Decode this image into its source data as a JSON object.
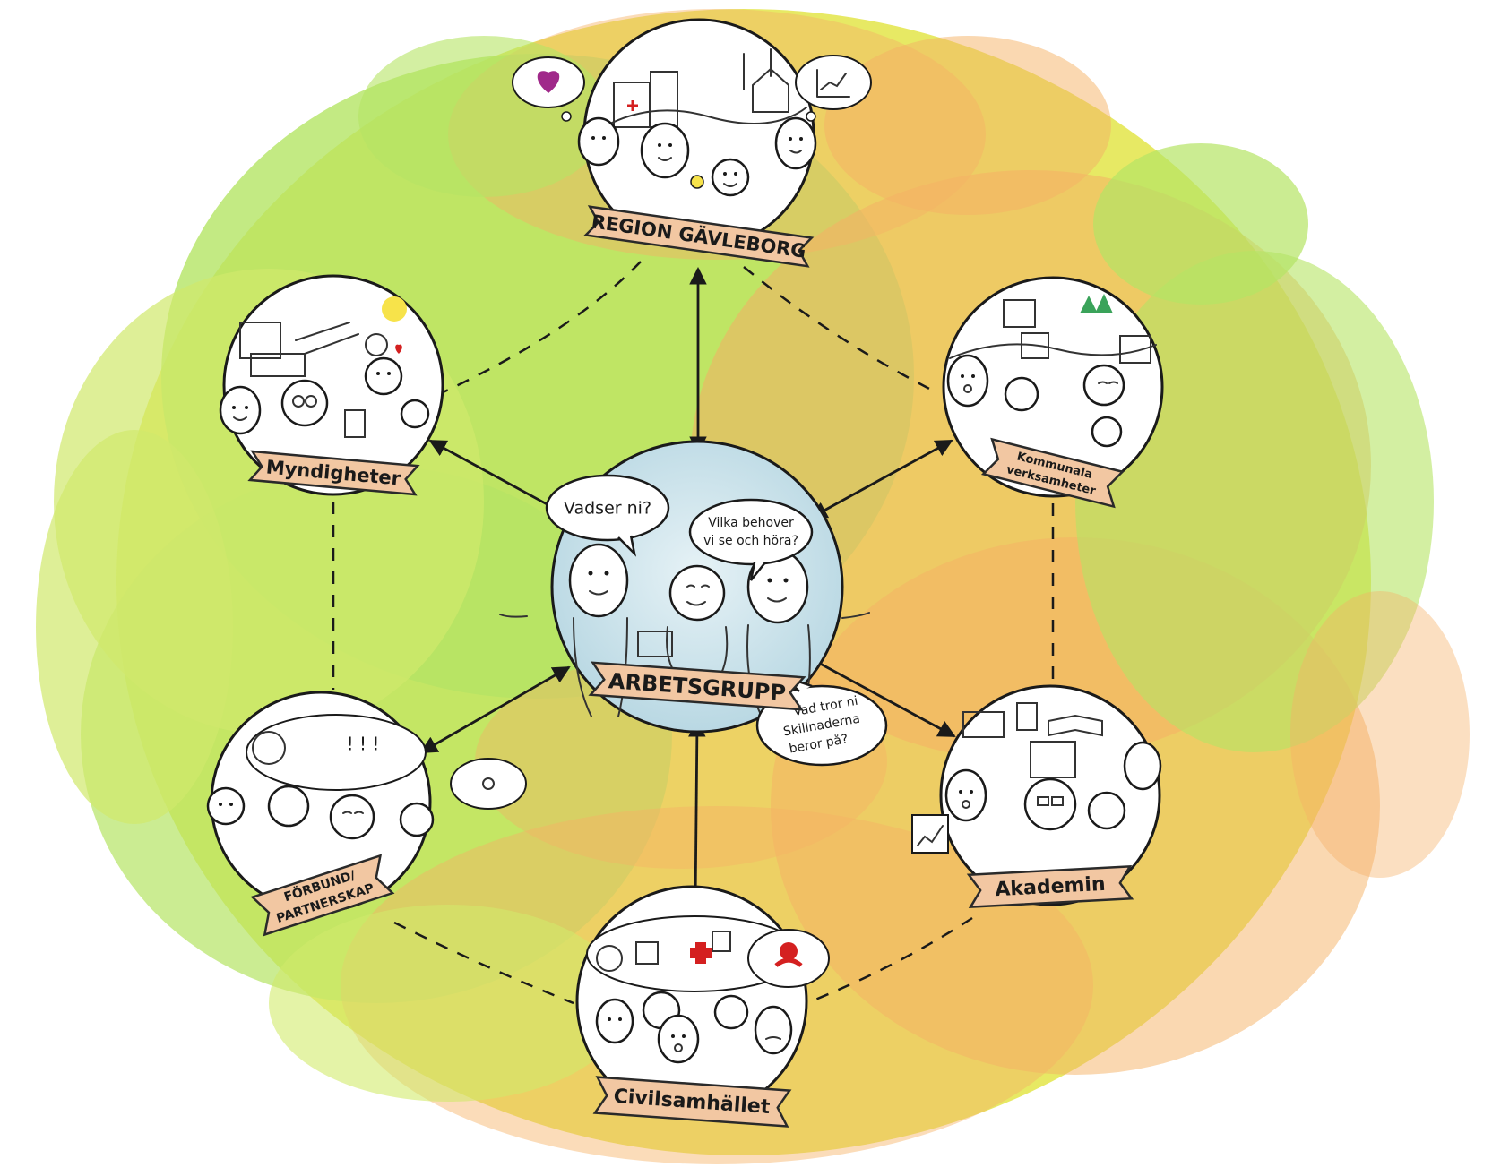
{
  "diagram": {
    "center": {
      "label": "ARBETSGRUPP",
      "bubbles": [
        "Vadser ni?",
        "Vilka behover",
        "vi se och höra?",
        "Vad tror ni",
        "Skillnaderna",
        "beror på?"
      ]
    },
    "nodes": [
      {
        "id": "region",
        "label": "REGION GÄVLEBORG"
      },
      {
        "id": "myndigheter",
        "label": "Myndigheter"
      },
      {
        "id": "kommunala",
        "label_line1": "Kommunala",
        "label_line2": "verksamheter"
      },
      {
        "id": "forbund",
        "label_line1": "FÖRBUND/",
        "label_line2": "PARTNERSKAP"
      },
      {
        "id": "akademin",
        "label": "Akademin"
      },
      {
        "id": "civil",
        "label": "Civilsamhället"
      }
    ],
    "edges": {
      "solid_bidirectional": [
        "region-center",
        "myndigheter-center",
        "kommunala-center",
        "forbund-center",
        "akademin-center",
        "civil-center"
      ],
      "dashed": [
        "region-myndigheter",
        "region-kommunala",
        "myndigheter-forbund",
        "kommunala-akademin",
        "forbund-civil",
        "akademin-civil"
      ]
    },
    "colors": {
      "banner": "#f2c7a2",
      "banner_stroke": "#2a2a2a",
      "center_fill": "#cfe4ec",
      "node_fill": "#ffffff",
      "bg_green": "#a8e04a",
      "bg_yellow": "#e3e64a",
      "bg_orange": "#f4a34a"
    }
  }
}
